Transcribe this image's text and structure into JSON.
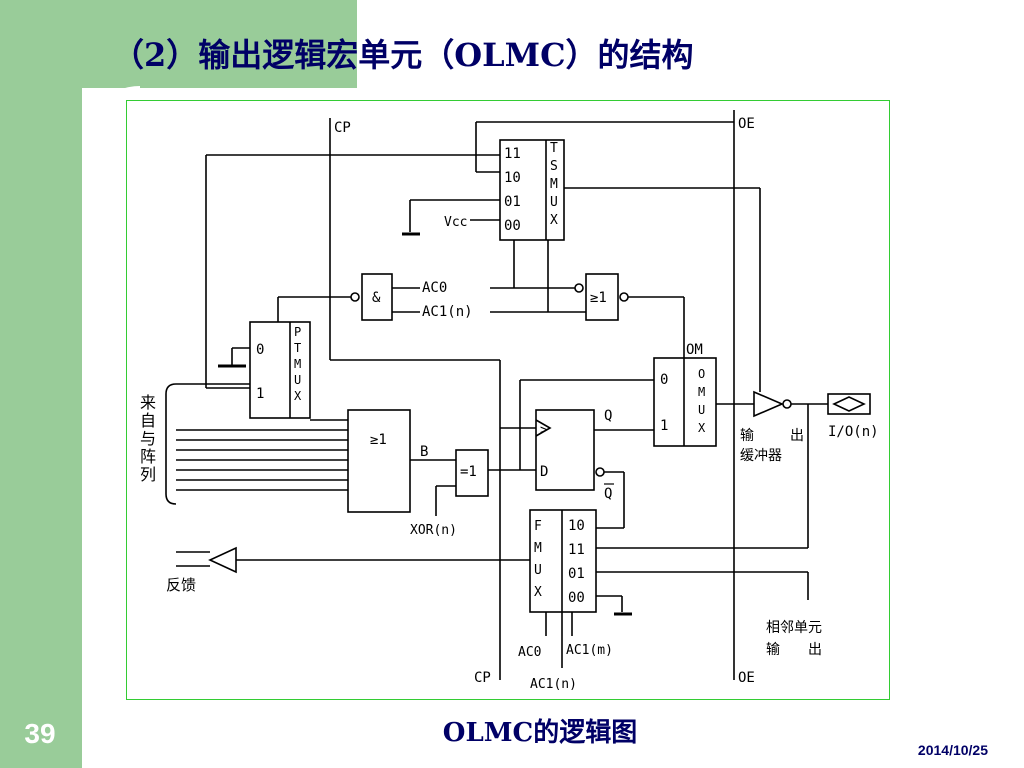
{
  "slide": {
    "title": "（2）输出逻辑宏单元（OLMC）的结构",
    "caption": "OLMC的逻辑图",
    "page_number": "39",
    "date": "2014/10/25"
  },
  "diagram": {
    "signals": {
      "cp": "CP",
      "oe": "OE",
      "ac0": "AC0",
      "ac1n": "AC1(n)",
      "ac1m": "AC1(m)",
      "xor": "XOR(n)",
      "vcc": "Vcc",
      "io": "I/O(n)",
      "b": "B",
      "q": "Q",
      "qbar": "Q",
      "om": "OM",
      "feedback": "反馈",
      "from_and_array": "来自与阵列",
      "output_buffer": "输出缓冲器",
      "neighbor_output": "相邻单元输出"
    },
    "tsmux": {
      "name": "TSMUX",
      "inputs": [
        "11",
        "10",
        "01",
        "00"
      ]
    },
    "ptmux": {
      "name": "PTMUX",
      "inputs": [
        "0",
        "1"
      ]
    },
    "omux": {
      "name": "OMUX",
      "inputs": [
        "0",
        "1"
      ]
    },
    "fmux": {
      "name": "FMUX",
      "inputs": [
        "10",
        "11",
        "01",
        "00"
      ]
    },
    "gates": {
      "and": "&",
      "or_small": "≥1",
      "or_big": "≥1",
      "xor": "=1",
      "dff_d": "D",
      "dff_clk": ">"
    }
  }
}
